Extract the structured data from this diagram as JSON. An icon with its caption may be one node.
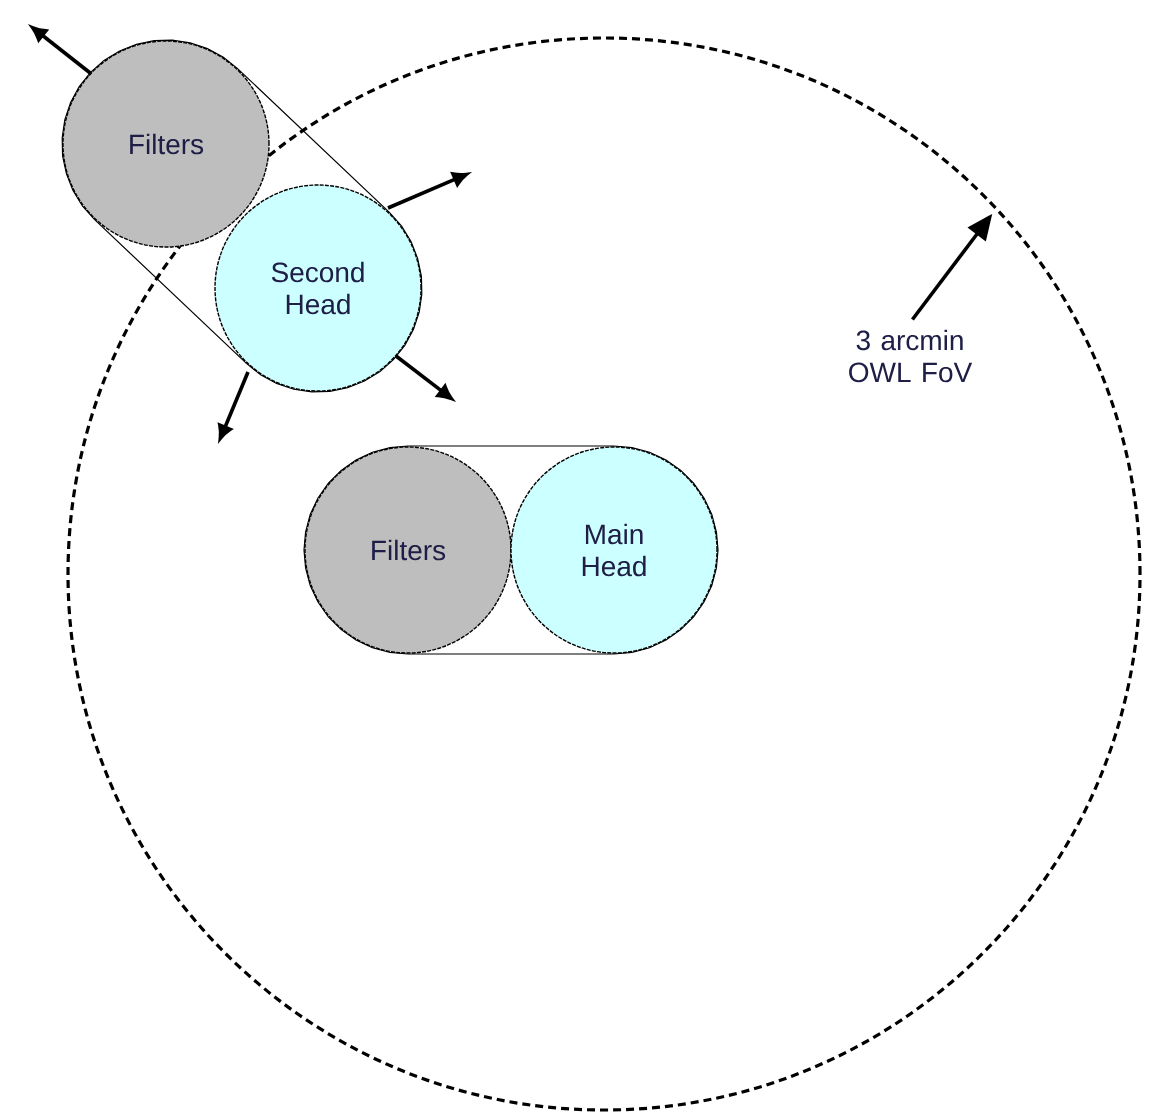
{
  "diagram": {
    "nodes": [
      {
        "text": [],
        "shape": "circle"
      },
      {
        "text": [
          "Filters"
        ]
      },
      {
        "text": [
          "Second Head"
        ],
        "in": 0
      },
      {
        "text": [
          "Filters"
        ],
        "in": 0
      },
      {
        "text": [
          "Main Head"
        ],
        "in": 0
      },
      {
        "text": [
          "3 arcmin OWL FoV"
        ],
        "in": 0
      }
    ],
    "edges": [
      {
        "from": 5,
        "to": 0,
        "arrow": "to"
      }
    ]
  }
}
